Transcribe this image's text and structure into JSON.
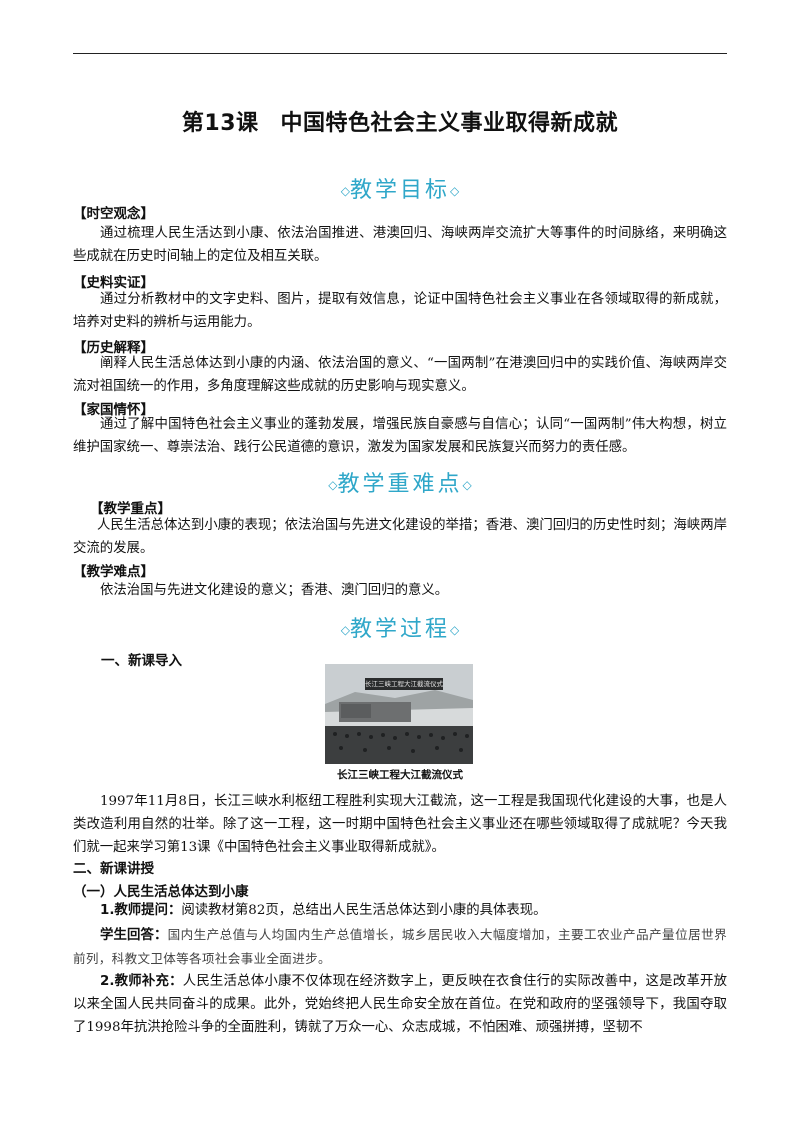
{
  "title": {
    "lesson": "第13课",
    "name": "中国特色社会主义事业取得新成就"
  },
  "sections": {
    "goals": "教学目标",
    "key_points": "教学重难点",
    "process": "教学过程"
  },
  "goals": [
    {
      "tag": "【时空观念】",
      "text": "通过梳理人民生活达到小康、依法治国推进、港澳回归、海峡两岸交流扩大等事件的时间脉络，来明确这些成就在历史时间轴上的定位及相互关联。"
    },
    {
      "tag": "【史料实证】",
      "text": "通过分析教材中的文字史料、图片，提取有效信息，论证中国特色社会主义事业在各领域取得的新成就，培养对史料的辨析与运用能力。"
    },
    {
      "tag": "【历史解释】",
      "text": "阐释人民生活总体达到小康的内涵、依法治国的意义、“一国两制”在港澳回归中的实践价值、海峡两岸交流对祖国统一的作用，多角度理解这些成就的历史影响与现实意义。"
    },
    {
      "tag": "【家国情怀】",
      "text": "通过了解中国特色社会主义事业的蓬勃发展，增强民族自豪感与自信心；认同“一国两制”伟大构想，树立维护国家统一、尊崇法治、践行公民道德的意识，激发为国家发展和民族复兴而努力的责任感。"
    }
  ],
  "key_points": [
    {
      "tag": "【教学重点】",
      "text": "人民生活总体达到小康的表现；依法治国与先进文化建设的举措；香港、澳门回归的历史性时刻；海峡两岸交流的发展。"
    },
    {
      "tag": "【教学难点】",
      "text": "依法治国与先进文化建设的意义；香港、澳门回归的意义。"
    }
  ],
  "process": {
    "intro_heading": "一、新课导入",
    "photo_banner": "长江三峡工程大江截流仪式",
    "photo_caption": "长江三峡工程大江截流仪式",
    "intro_text": "1997年11月8日，长江三峡水利枢纽工程胜利实现大江截流，这一工程是我国现代化建设的大事，也是人类改造利用自然的壮举。除了这一工程，这一时期中国特色社会主义事业还在哪些领域取得了成就呢？今天我们就一起来学习第13课《中国特色社会主义事业取得新成就》。",
    "new_heading": "二、新课讲授",
    "sub_heading": "（一）人民生活总体达到小康",
    "q1_lead": "1.教师提问：",
    "q1_text": "阅读教材第82页，总结出人民生活总体达到小康的具体表现。",
    "a1_lead": "学生回答：",
    "a1_text": "国内生产总值与人均国内生产总值增长，城乡居民收入大幅度增加，主要工农业产品产量位居世界前列，科教文卫体等各项社会事业全面进步。",
    "q2_lead": "2.教师补充：",
    "q2_text": "人民生活总体小康不仅体现在经济数字上，更反映在衣食住行的实际改善中，这是改革开放以来全国人民共同奋斗的成果。此外，党始终把人民生命安全放在首位。在党和政府的坚强领导下，我国夺取了1998年抗洪抢险斗争的全面胜利，铸就了万众一心、众志成城，不怕困难、顽强拼搏，坚韧不"
  }
}
